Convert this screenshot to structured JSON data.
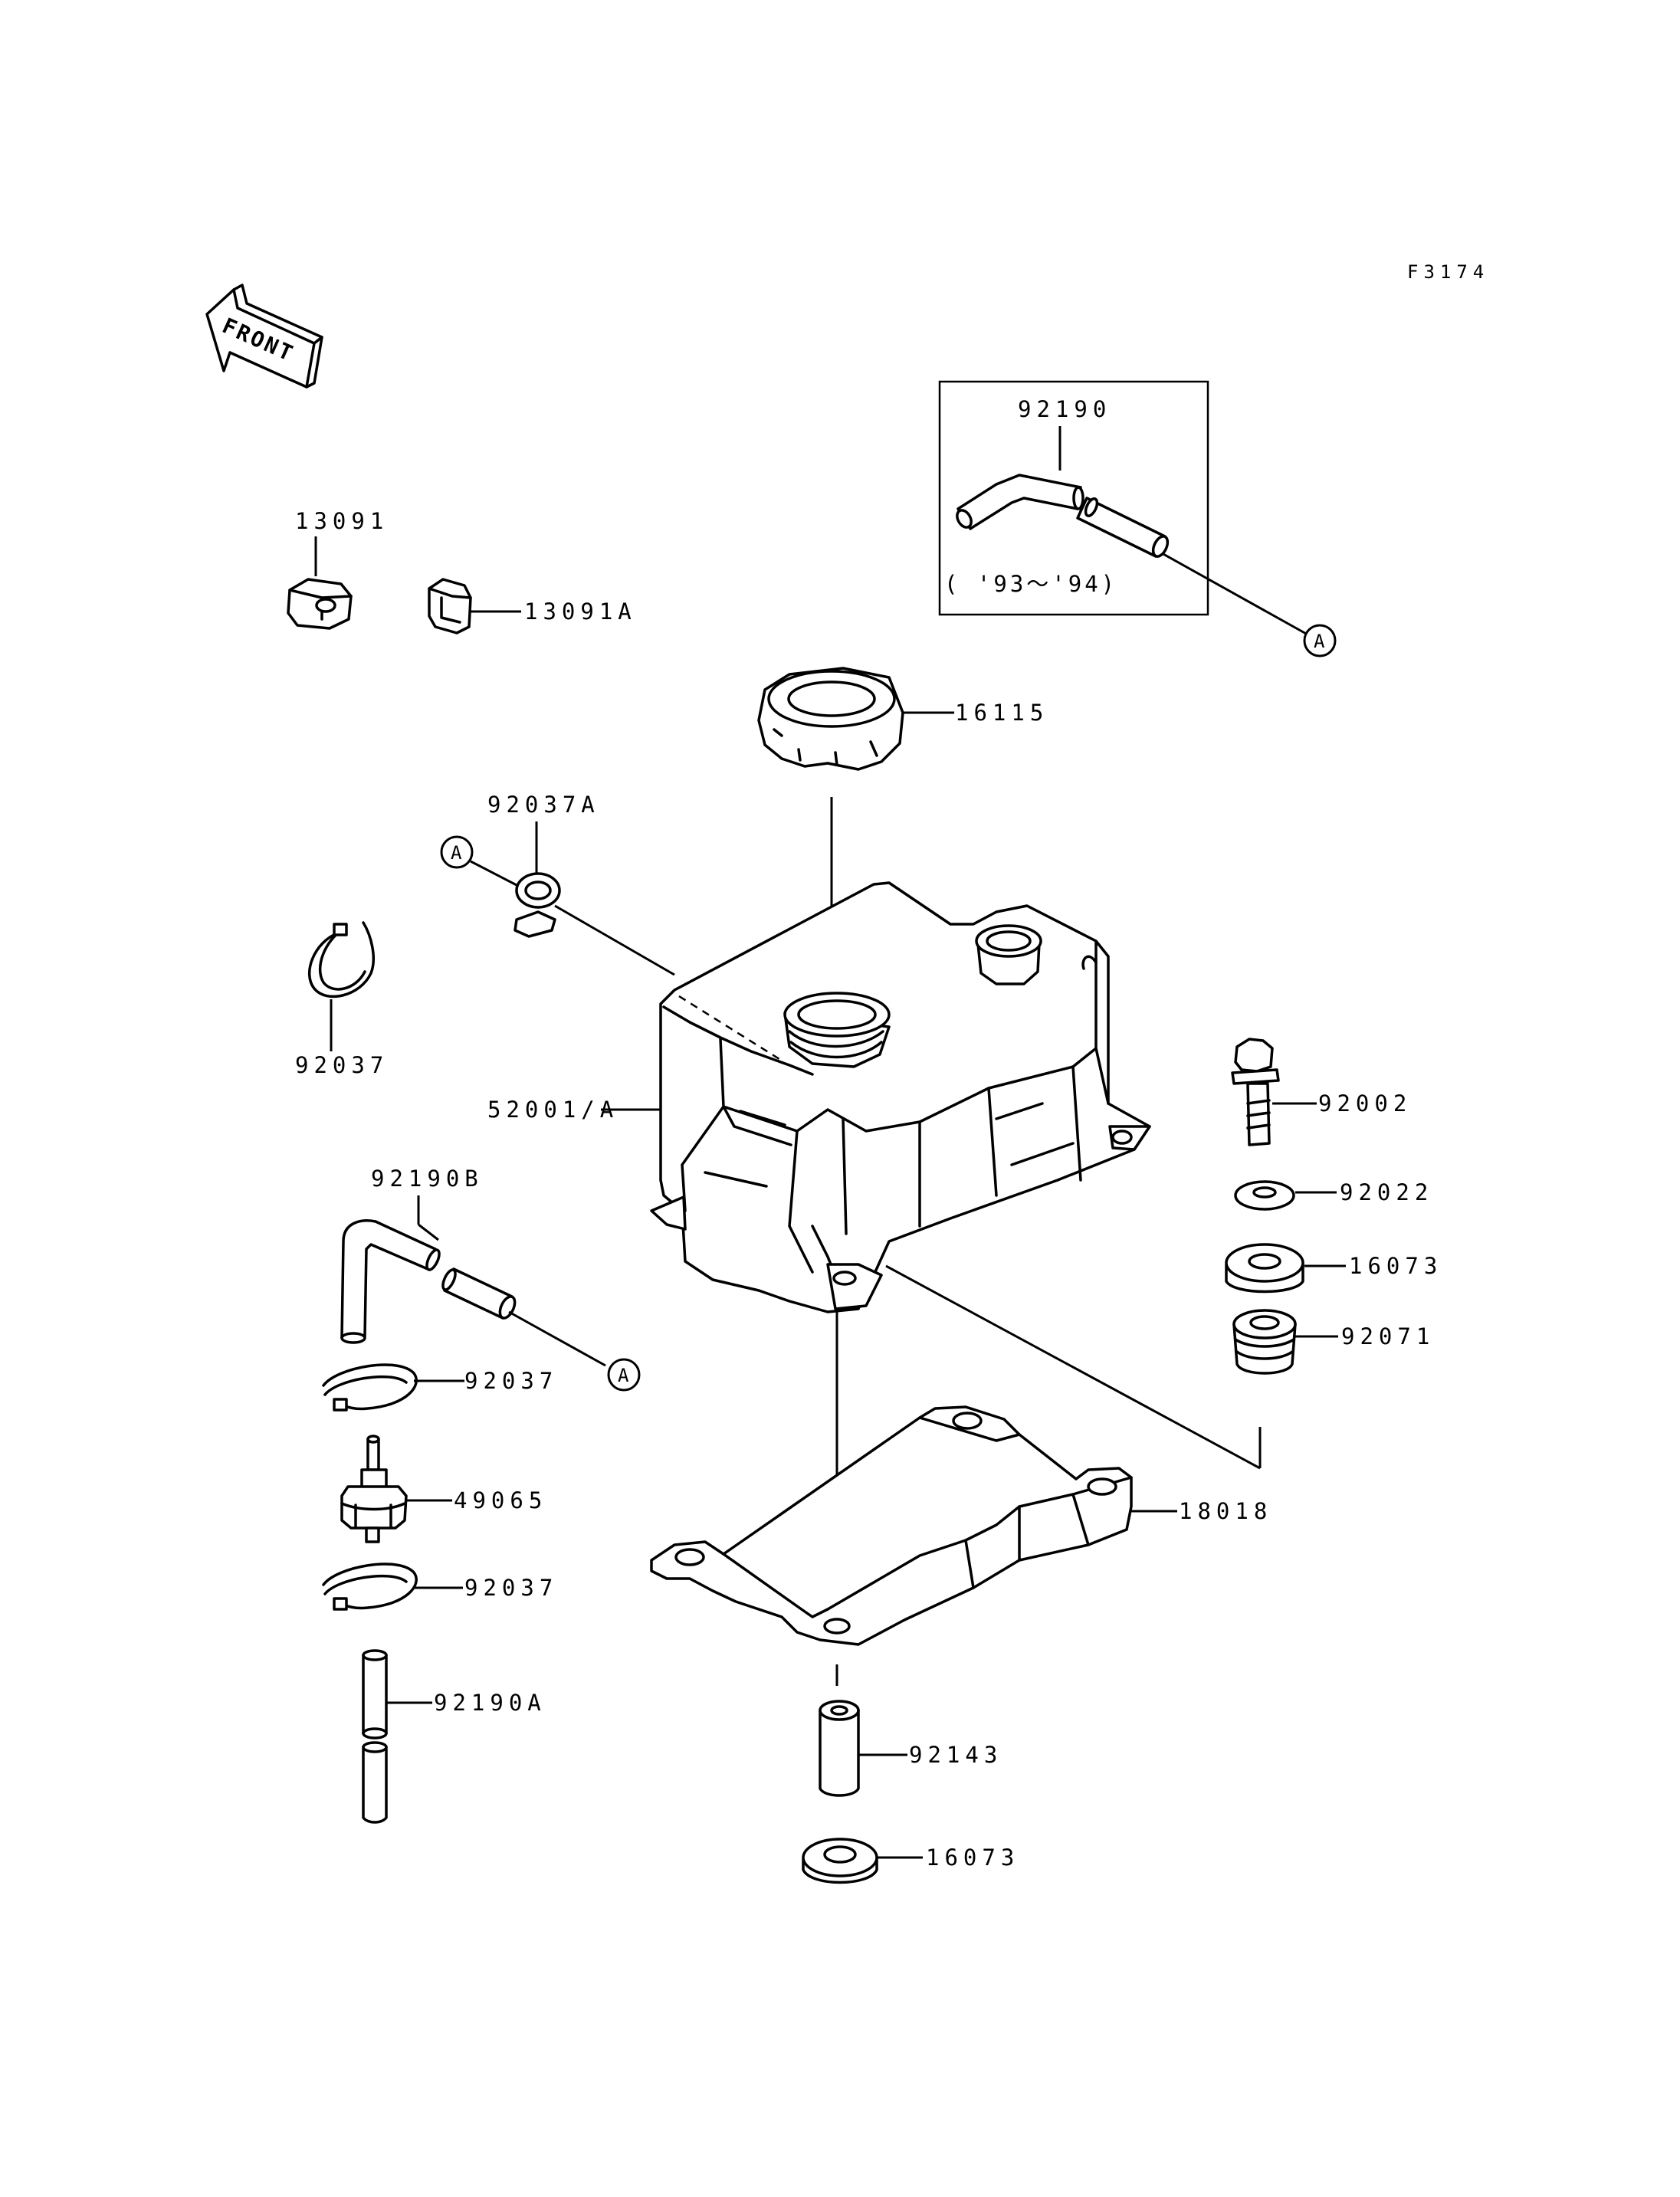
{
  "figure_code": "F3174",
  "front_label": "FRONT",
  "box_note": "( '93～'94)",
  "ref_letter": "A",
  "parts": {
    "p13091": "13091",
    "p13091A": "13091A",
    "p92190": "92190",
    "p16115": "16115",
    "p92037A": "92037A",
    "p92037_top": "92037",
    "p52001A": "52001/A",
    "p92002": "92002",
    "p92022": "92022",
    "p16073_right": "16073",
    "p92071": "92071",
    "p92190B": "92190B",
    "p92037_mid": "92037",
    "p49065": "49065",
    "p92037_low": "92037",
    "p92190A": "92190A",
    "p18018": "18018",
    "p92143": "92143",
    "p16073_bottom": "16073"
  }
}
